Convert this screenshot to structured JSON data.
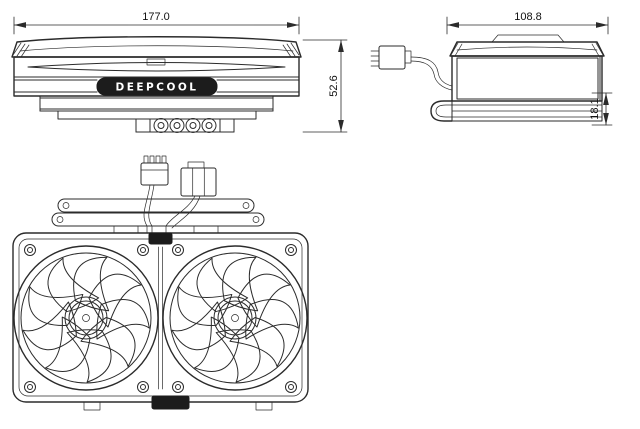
{
  "drawing": {
    "front_view": {
      "width_dim": "177.0",
      "height_dim": "52.6",
      "logo": "DEEPCOOL"
    },
    "side_view": {
      "width_dim": "108.8",
      "height_dim": "18.1"
    }
  },
  "colors": {
    "line": "#2b2b2b",
    "background": "#ffffff",
    "logo_bg": "#1c1c1c",
    "logo_text": "#ffffff"
  }
}
